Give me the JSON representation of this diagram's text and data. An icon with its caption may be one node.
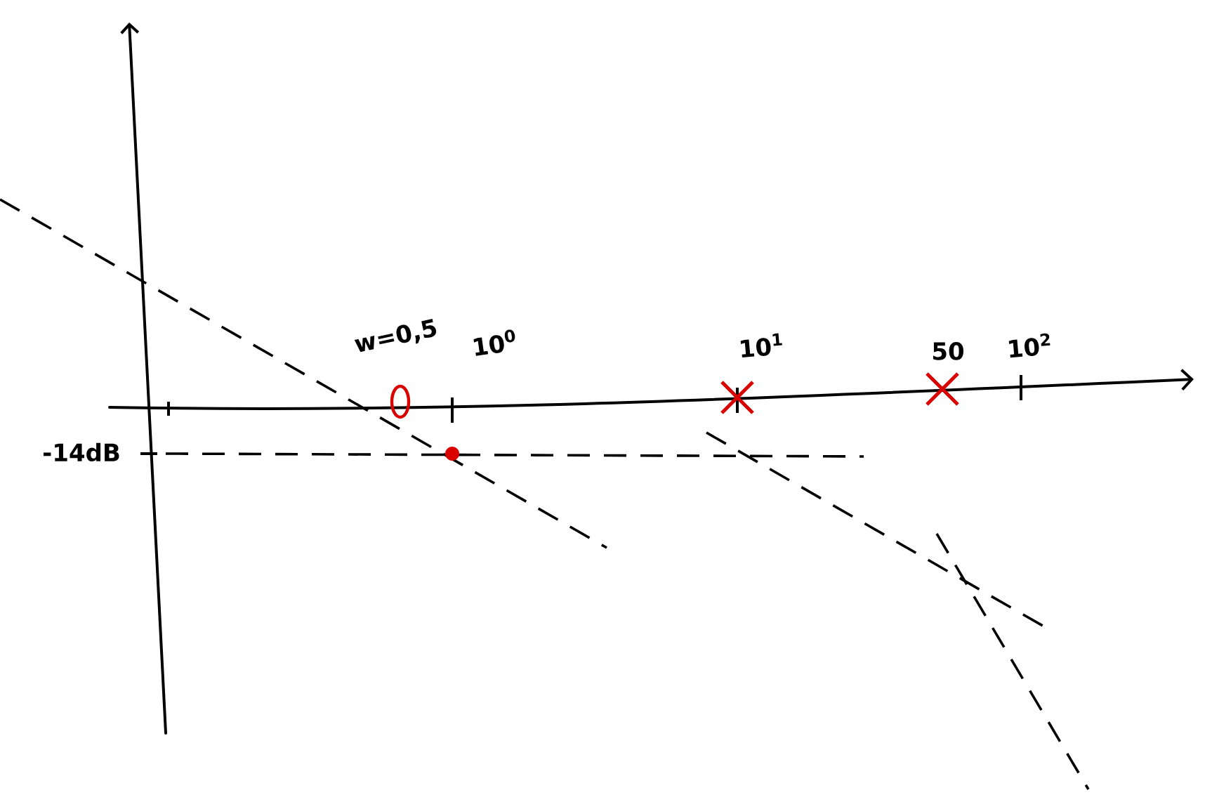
{
  "diagram": {
    "labels": [
      "w=0,5",
      "10$^{0}$",
      "10$^{1}$",
      "50",
      "10$^{2}$",
      "-14dB"
    ]
  }
}
